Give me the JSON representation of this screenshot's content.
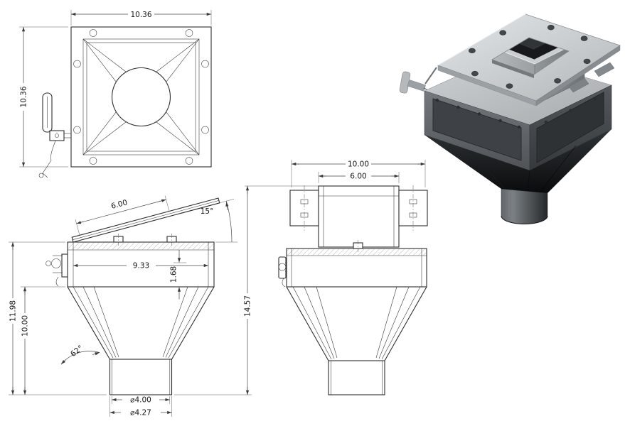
{
  "drawing": {
    "background": "#ffffff",
    "line_color": "#2d2d2d",
    "metal_light": "#d4d7da",
    "metal_dark": "#35383b"
  },
  "views": {
    "top": {
      "dim_width": "10.36",
      "dim_height": "10.36"
    },
    "front": {
      "dim_lid_length": "6.00",
      "dim_lid_angle": "15°",
      "dim_inner_width": "9.33",
      "dim_gasket_depth": "1.68",
      "dim_body_height": "11.98",
      "dim_cone_height": "10.00",
      "dim_overall_height": "14.57",
      "dim_cone_angle": "62°",
      "dim_outlet_inner": "⌀4.00",
      "dim_outlet_outer": "⌀4.27"
    },
    "side": {
      "dim_flange_width": "10.00",
      "dim_opening_width": "6.00"
    }
  }
}
